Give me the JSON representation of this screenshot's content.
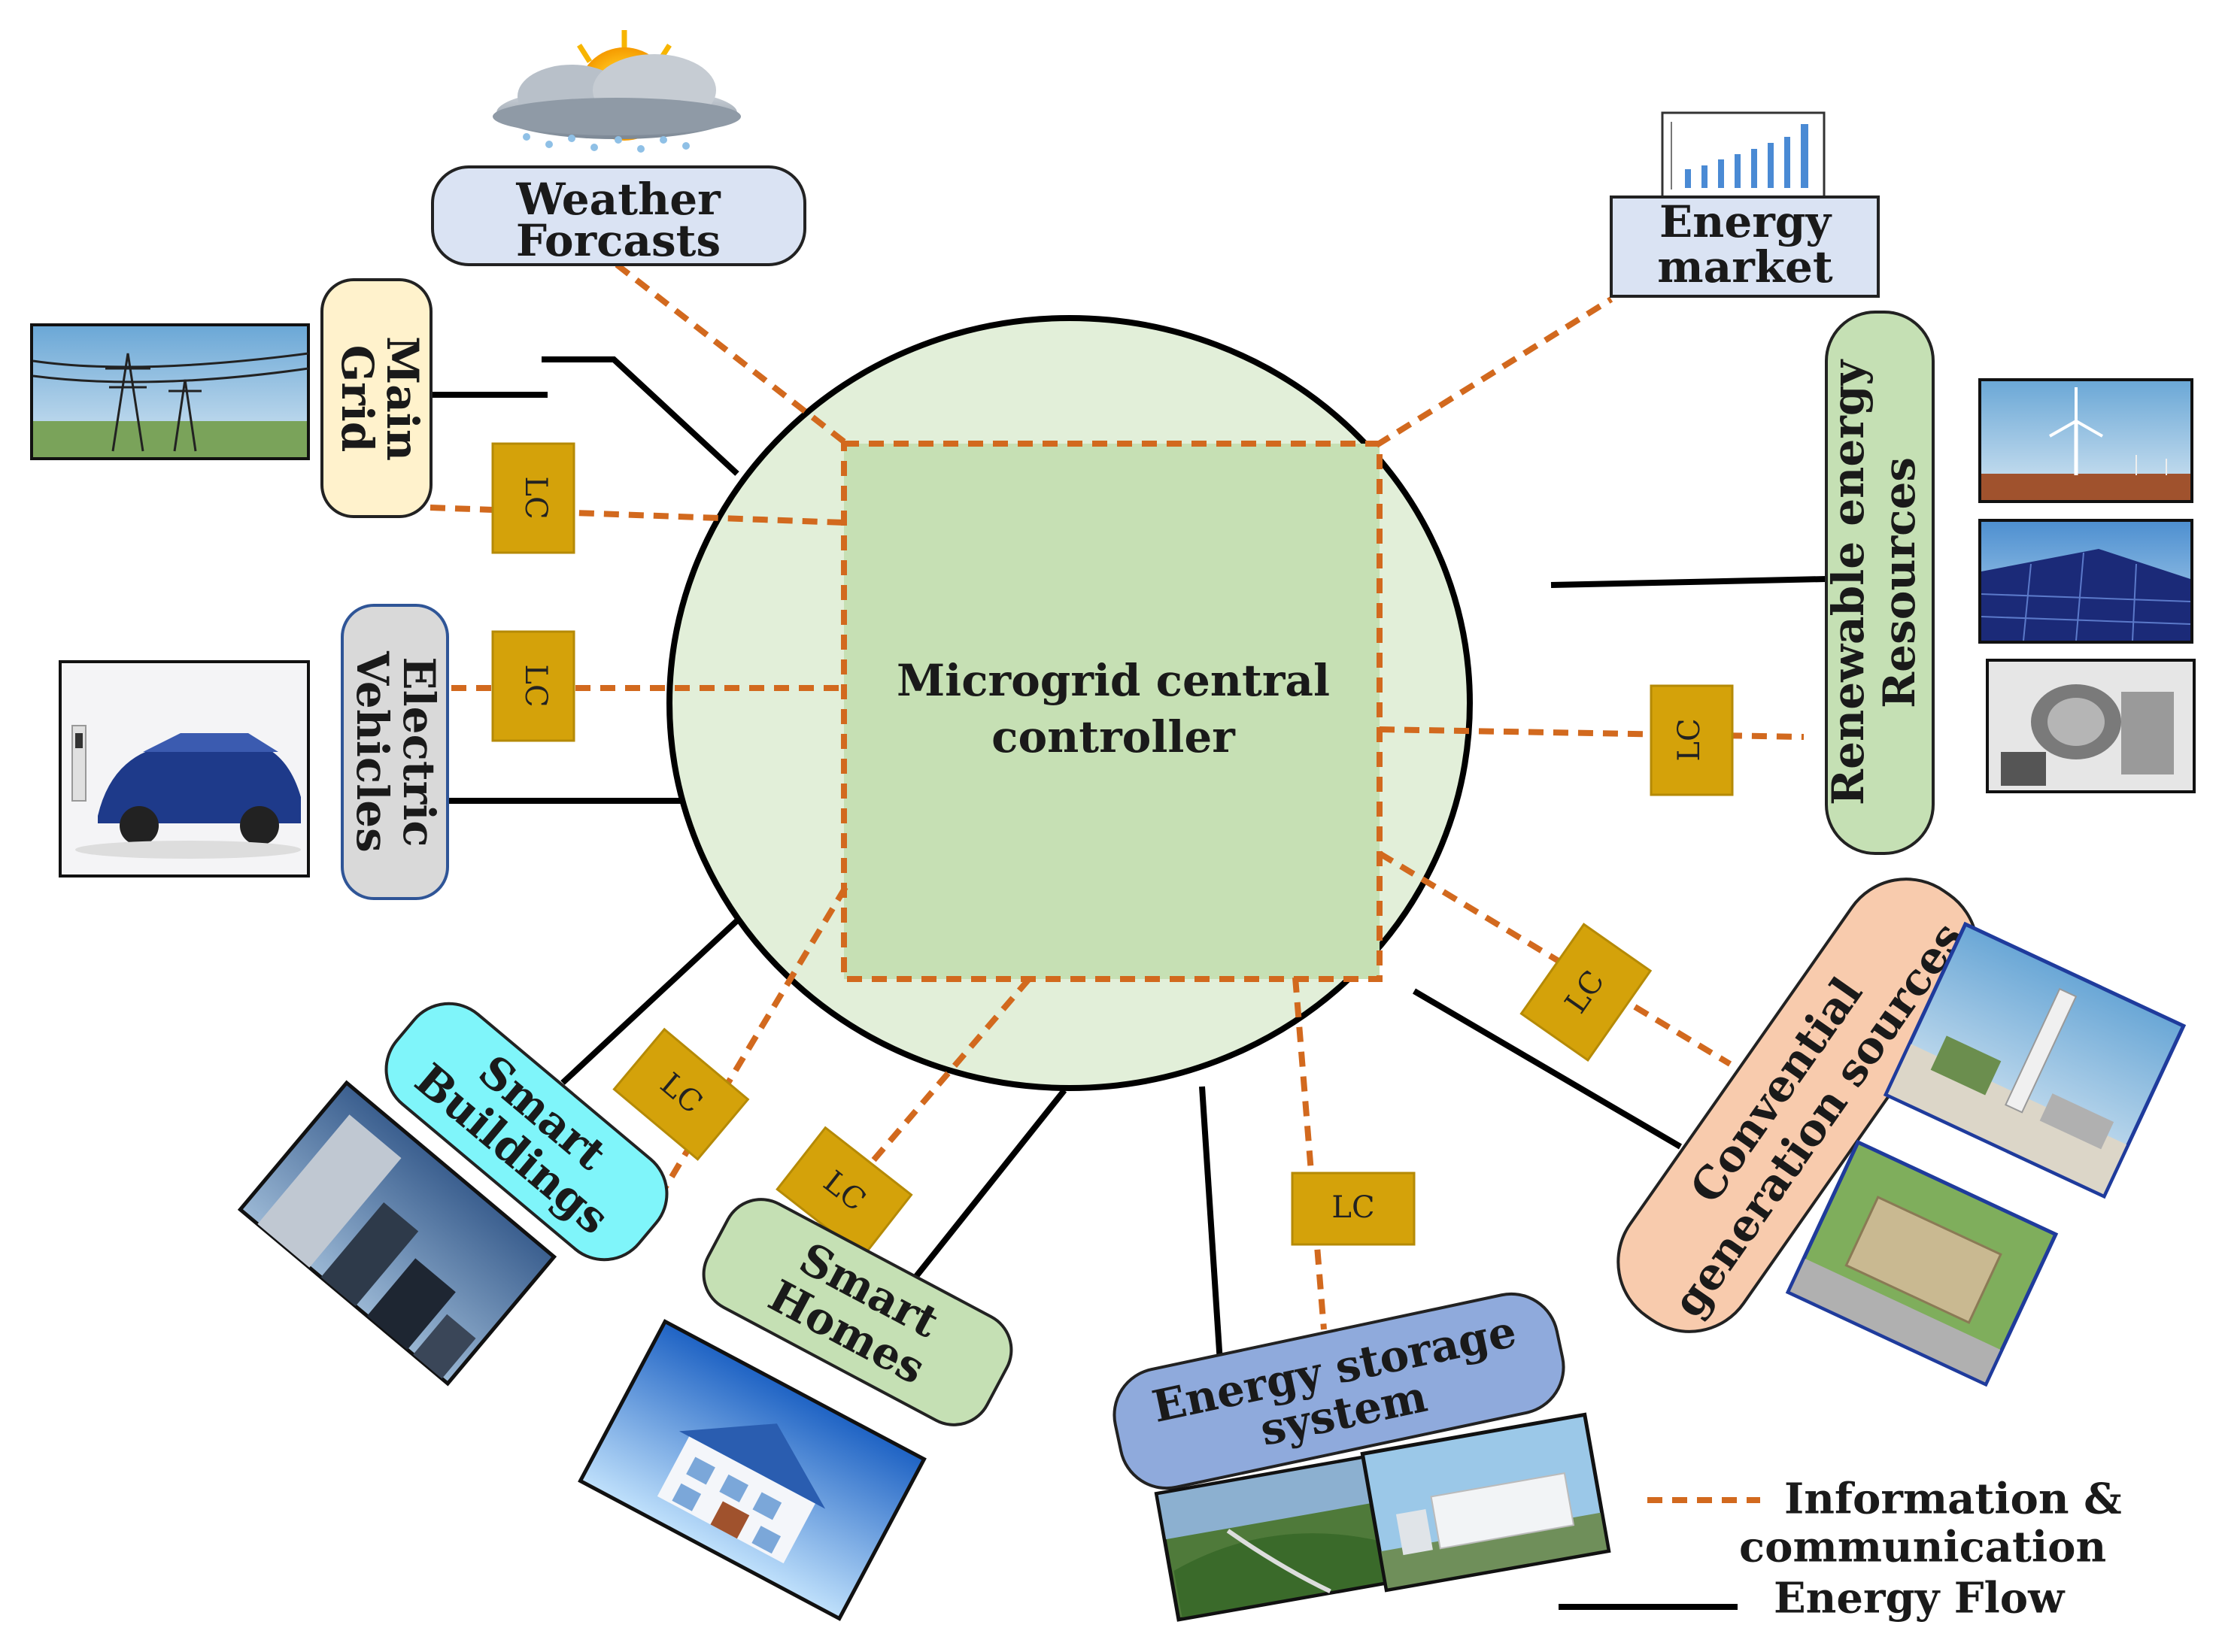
{
  "center": {
    "line1": "Microgrid central",
    "line2": "controller"
  },
  "nodes": {
    "weather": {
      "line1": "Weather",
      "line2": "Forcasts"
    },
    "energy_market": {
      "line1": "Energy",
      "line2": "market"
    },
    "main_grid": {
      "line1": "Main",
      "line2": "Grid"
    },
    "renewable": {
      "line1": "Renewable energy",
      "line2": "Resources"
    },
    "electric_vehicles": {
      "line1": "Electric",
      "line2": "Vehicles"
    },
    "conventional": {
      "line1": "Convential",
      "line2": "generation sources"
    },
    "smart_buildings": {
      "line1": "Smart",
      "line2": "Buildings"
    },
    "smart_homes": {
      "line1": "Smart",
      "line2": "Homes"
    },
    "storage": {
      "line1": "Energy storage",
      "line2": "system"
    }
  },
  "lc_label": "LC",
  "legend": {
    "info_line1": "Information &",
    "info_line2": "communication",
    "energy": "Energy Flow"
  },
  "colors": {
    "circle_fill": "#e2efd9",
    "square_fill": "#c6e0b4",
    "info_line": "#d2691e",
    "lc_fill": "#d4a20a",
    "weather_fill": "#dae3f3",
    "market_fill": "#dae3f3",
    "main_grid_fill": "#fff2cc",
    "renewable_fill": "#c5e0b4",
    "ev_fill": "#d9d9d9",
    "conventional_fill": "#f8cbad",
    "buildings_fill": "#7ff5fa",
    "homes_fill": "#c5e0b4",
    "storage_fill": "#8faadc"
  }
}
